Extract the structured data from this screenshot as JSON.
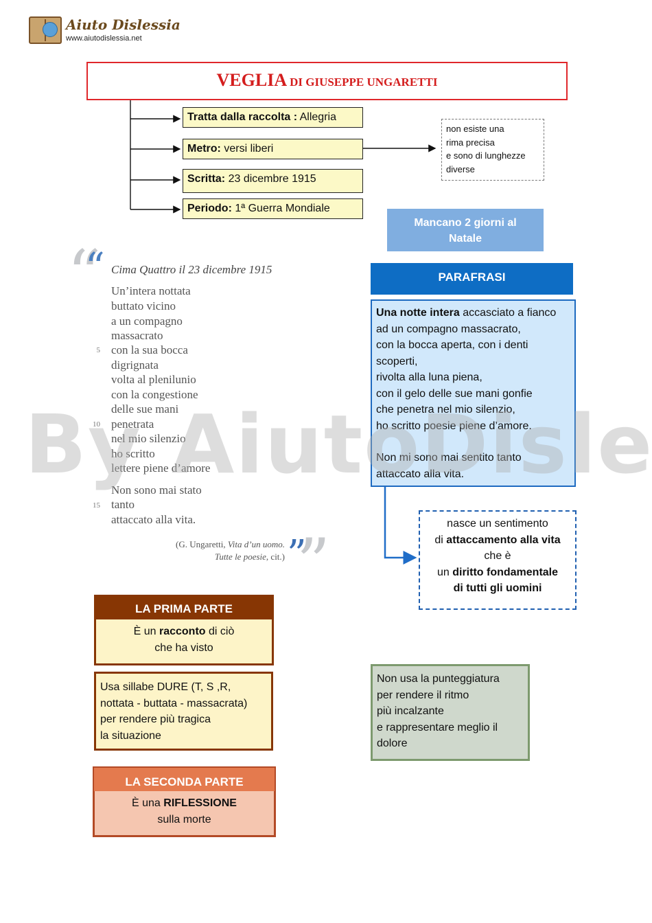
{
  "logo": {
    "title": "Aiuto Dislessia",
    "url": "www.aiutodislessia.net"
  },
  "title": {
    "main": "VEGLIA",
    "sub": "DI  GIUSEPPE UNGARETTI"
  },
  "info": [
    {
      "label": "Tratta dalla raccolta :",
      "value": " Allegria"
    },
    {
      "label": "Metro:",
      "value": " versi liberi"
    },
    {
      "label": "Scritta:",
      "value": " 23 dicembre 1915"
    },
    {
      "label": "Periodo:",
      "value": "  1ª Guerra Mondiale"
    }
  ],
  "metro_note": [
    "non esiste una",
    "rima precisa",
    "e sono di lunghezze",
    "diverse"
  ],
  "natale": [
    "Mancano 2 giorni al",
    "Natale"
  ],
  "poem": {
    "date": "Cima Quattro il 23 dicembre 1915",
    "lines": [
      "Un’intera nottata",
      "buttato vicino",
      "a un compagno",
      "massacrato",
      "con la sua bocca",
      "digrignata",
      "volta al plenilunio",
      "con la congestione",
      "delle sue mani",
      "penetrata",
      "nel mio silenzio",
      "ho scritto",
      "lettere piene d’amore",
      "Non sono mai stato",
      "tanto",
      "attaccato alla vita."
    ],
    "numbers": {
      "five": "5",
      "ten": "10",
      "fifteen": "15"
    },
    "cite": {
      "author": "(G. Ungaretti, ",
      "work": "Vita d’un uomo.",
      "work2": "Tutte le poesie",
      "rest": ", cit.)"
    }
  },
  "parafrasi": {
    "title": "PARAFRASI",
    "first_bold": "Una notte intera",
    "first_rest": " accasciato a fianco",
    "lines": [
      "ad un compagno massacrato,",
      "con la bocca aperta, con i denti",
      "scoperti,",
      "rivolta alla luna piena,",
      "con il gelo delle sue mani gonfie",
      "che penetra nel mio silenzio,",
      "ho scritto poesie piene d’amore."
    ],
    "end": [
      "Non mi sono mai sentito tanto",
      "attaccato alla vita."
    ]
  },
  "sentimento": {
    "l1": "nasce un sentimento",
    "l2a": "di ",
    "l2b": "attaccamento alla vita",
    "l3": "che è",
    "l4a": "un ",
    "l4b": "diritto fondamentale",
    "l5": "di tutti gli uomini"
  },
  "prima": {
    "title": "LA PRIMA PARTE",
    "l1a": "È un ",
    "l1b": "racconto",
    "l1c": " di ciò",
    "l2": "che ha visto"
  },
  "sillabe": [
    "Usa sillabe DURE (T, S ,R,",
    "nottata - buttata - massacrata)",
    "per rendere più tragica",
    "la situazione"
  ],
  "seconda": {
    "title": "LA SECONDA PARTE",
    "l1a": "È una ",
    "l1b": "RIFLESSIONE",
    "l2": "sulla morte"
  },
  "punteggiatura": [
    "Non usa la punteggiatura",
    "per rendere il ritmo",
    "più incalzante",
    "e rappresentare meglio il",
    "dolore"
  ],
  "watermark": "By AiutoDislessia.net"
}
